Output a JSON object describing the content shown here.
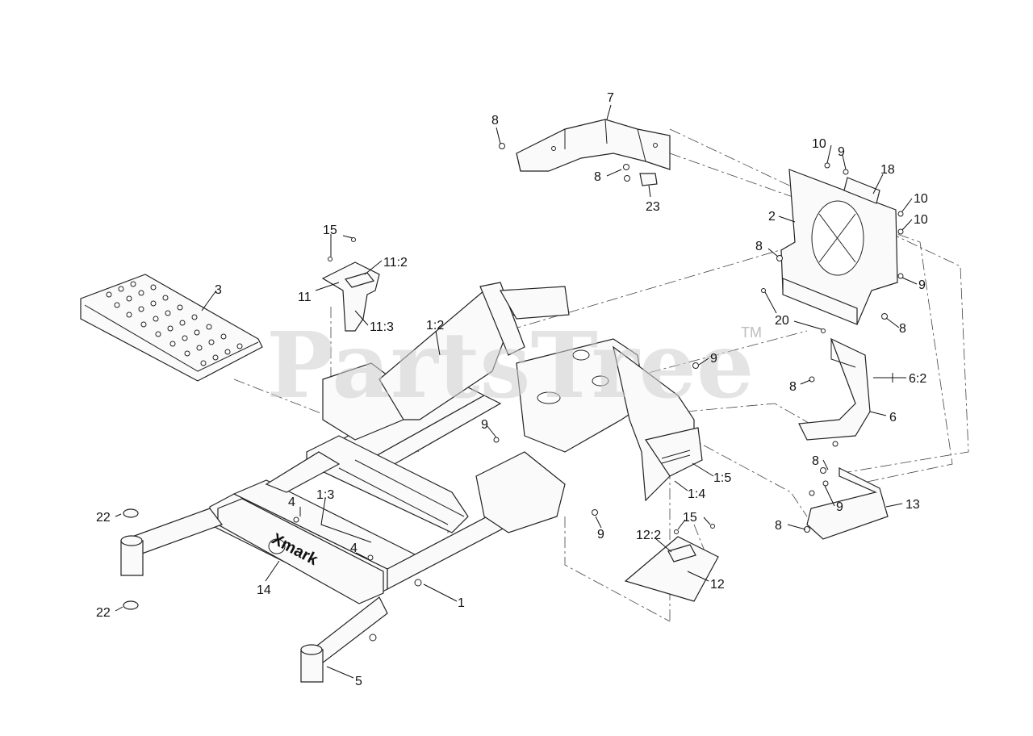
{
  "watermark": {
    "text": "PartsTree",
    "trademark": "TM"
  },
  "brand_logo": "Xmark",
  "callouts": [
    {
      "id": "c7",
      "text": "7"
    },
    {
      "id": "c8a",
      "text": "8"
    },
    {
      "id": "c8b",
      "text": "8"
    },
    {
      "id": "c23",
      "text": "23"
    },
    {
      "id": "c10a",
      "text": "10"
    },
    {
      "id": "c9a",
      "text": "9"
    },
    {
      "id": "c18",
      "text": "18"
    },
    {
      "id": "c10b",
      "text": "10"
    },
    {
      "id": "c10c",
      "text": "10"
    },
    {
      "id": "c2",
      "text": "2"
    },
    {
      "id": "c8c",
      "text": "8"
    },
    {
      "id": "c9b",
      "text": "9"
    },
    {
      "id": "c20",
      "text": "20"
    },
    {
      "id": "c8d",
      "text": "8"
    },
    {
      "id": "c15a",
      "text": "15"
    },
    {
      "id": "c11_2",
      "text": "11:2"
    },
    {
      "id": "c11",
      "text": "11"
    },
    {
      "id": "c11_3",
      "text": "11:3"
    },
    {
      "id": "c3",
      "text": "3"
    },
    {
      "id": "c1_2",
      "text": "1:2"
    },
    {
      "id": "c9c",
      "text": "9"
    },
    {
      "id": "c8e",
      "text": "8"
    },
    {
      "id": "c6_2",
      "text": "6:2"
    },
    {
      "id": "c6",
      "text": "6"
    },
    {
      "id": "c9d",
      "text": "9"
    },
    {
      "id": "c8f",
      "text": "8"
    },
    {
      "id": "c1_5",
      "text": "1:5"
    },
    {
      "id": "c1_4",
      "text": "1:4"
    },
    {
      "id": "c9e",
      "text": "9"
    },
    {
      "id": "c13",
      "text": "13"
    },
    {
      "id": "c8g",
      "text": "8"
    },
    {
      "id": "c15b",
      "text": "15"
    },
    {
      "id": "c12_2",
      "text": "12:2"
    },
    {
      "id": "c9f",
      "text": "9"
    },
    {
      "id": "c12",
      "text": "12"
    },
    {
      "id": "c1_3",
      "text": "1:3"
    },
    {
      "id": "c4a",
      "text": "4"
    },
    {
      "id": "c4b",
      "text": "4"
    },
    {
      "id": "c22a",
      "text": "22"
    },
    {
      "id": "c14",
      "text": "14"
    },
    {
      "id": "c1",
      "text": "1"
    },
    {
      "id": "c22b",
      "text": "22"
    },
    {
      "id": "c5",
      "text": "5"
    }
  ]
}
